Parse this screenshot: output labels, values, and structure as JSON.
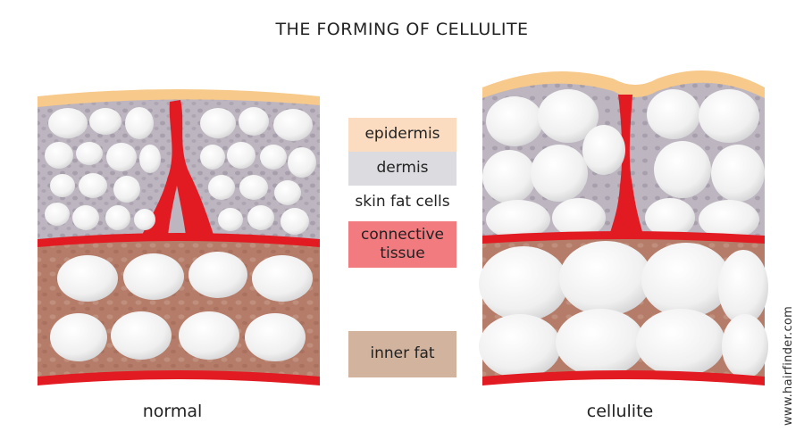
{
  "title": "THE FORMING OF CELLULITE",
  "legend": [
    {
      "label": "epidermis",
      "color": "#fbdcc0"
    },
    {
      "label": "dermis",
      "color": "#dcdce0"
    },
    {
      "label": "skin fat cells",
      "color": "#ffffff"
    },
    {
      "label": "connective\ntissue",
      "color": "#f27b80"
    },
    {
      "label": "inner fat",
      "color": "#d2b39e"
    }
  ],
  "captions": {
    "normal": "normal",
    "cellulite": "cellulite"
  },
  "watermark": "www.hairfinder.com",
  "colors": {
    "epidermis": "#f7c98a",
    "dermis": "#b9b1bd",
    "connective": "#e21a22",
    "inner_fat": "#b7806d",
    "fat_cell": "#f2f2f2"
  }
}
